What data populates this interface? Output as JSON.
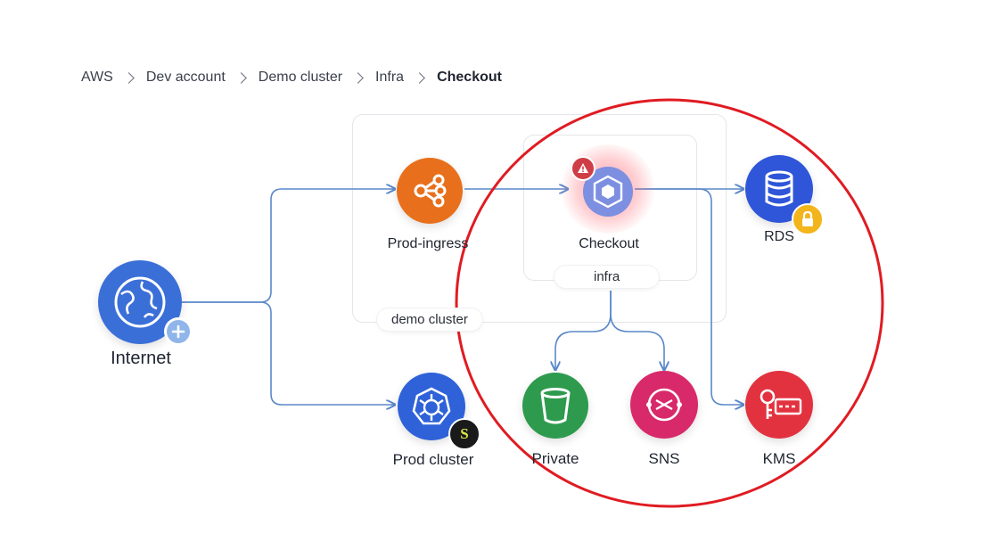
{
  "breadcrumb": {
    "items": [
      "AWS",
      "Dev account",
      "Demo cluster",
      "Infra"
    ],
    "current": "Checkout"
  },
  "groups": {
    "demo_cluster": "demo cluster",
    "infra": "infra"
  },
  "nodes": {
    "internet": "Internet",
    "prod_ingress": "Prod-ingress",
    "checkout": "Checkout",
    "rds": "RDS",
    "prod_cluster": "Prod cluster",
    "private": "Private",
    "sns": "SNS",
    "kms": "KMS"
  },
  "colors": {
    "internet": "#3a6fd8",
    "prod_ingress": "#e8701c",
    "checkout": "#7d8fe0",
    "checkout_glow": "#ff6b78",
    "rds": "#2f56d8",
    "prod_cluster": "#2f62d8",
    "private": "#2e9a4e",
    "sns": "#d8296a",
    "kms": "#e2323f",
    "edge": "#5a88c8",
    "highlight_ring": "#e01b22",
    "warning_badge": "#cf3e46",
    "lock_badge": "#f2b51c",
    "plus_badge": "#8fb5ea",
    "sysdig_badge": "#1a1a1a"
  },
  "icons": {
    "internet": "globe-icon",
    "prod_ingress": "share-nodes-icon",
    "checkout": "pod-cube-icon",
    "rds": "database-icon",
    "prod_cluster": "kubernetes-wheel-icon",
    "private": "bucket-icon",
    "sns": "sns-topic-icon",
    "kms": "key-icon"
  }
}
